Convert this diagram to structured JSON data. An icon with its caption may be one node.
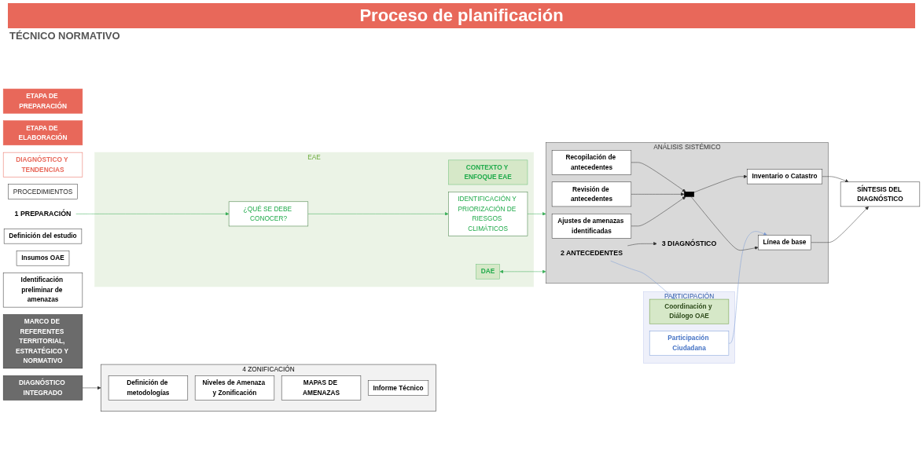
{
  "diagram": {
    "title": "Proceso de planificación",
    "nodes": [
      {
        "text": [
          "ETAPA DE PREPARACIÓN"
        ]
      },
      {
        "text": [
          "ETAPA DE ELABORACIÓN"
        ]
      },
      {
        "text": [
          "DIAGNÓSTICO Y TENDENCIAS"
        ]
      },
      {
        "text": [
          "PROCEDIMIENTOS"
        ]
      },
      {
        "text": [
          "EAE"
        ]
      },
      {
        "text": [
          "CONTEXTO Y ENFOQUE EAE"
        ],
        "in": 4
      },
      {
        "text": [
          "DAE"
        ],
        "in": 4
      },
      {
        "text": [
          "¿QUÉ SE DEBE CONOCER?"
        ],
        "in": 4
      },
      {
        "text": [
          "IDENTIFICACIÓN Y PRIORIZACIÓN DE RIESGOS CLIMÁTICOS"
        ],
        "in": 4
      },
      {
        "text": [
          "PREPARACIÓN"
        ],
        "beside": [
          "1"
        ]
      },
      {
        "text": [
          "Definición del estudio"
        ]
      },
      {
        "text": [
          "Insumos OAE"
        ]
      },
      {
        "text": [
          "Identificación preliminar de amenazas"
        ]
      },
      {
        "text": [
          "MARCO DE REFERENTES TERRITORIAL, ESTRATÉGICO Y NORMATIVO"
        ]
      },
      {
        "text": [
          "ANÁLISIS SISTÉMICO"
        ]
      },
      {
        "text": [
          "ANTECEDENTES"
        ],
        "beside": [
          "2"
        ],
        "in": 14
      },
      {
        "text": [
          "Recopilación de antecedentes"
        ],
        "in": 14
      },
      {
        "text": [
          "Revisión de antecedentes"
        ],
        "in": 14
      },
      {
        "text": [
          "Ajustes de amenazas identificadas"
        ],
        "in": 14
      },
      {
        "text": [],
        "shape": "bar",
        "in": 14
      },
      {
        "text": [
          "DIAGNÓSTICO"
        ],
        "beside": [
          "3"
        ],
        "in": 14
      },
      {
        "text": [
          "Inventario o Catastro"
        ],
        "in": 14
      },
      {
        "text": [
          "Línea de base"
        ],
        "in": 14
      },
      {
        "text": [
          "SÍNTESIS DEL DIAGNÓSTICO"
        ]
      },
      {
        "text": [
          "DIAGNÓSTICO INTEGRADO"
        ]
      },
      {
        "text": [
          "ZONIFICACIÓN"
        ],
        "beside": [
          "4"
        ]
      },
      {
        "text": [
          "Definición de metodologías"
        ],
        "in": 25
      },
      {
        "text": [
          "Niveles de Amenaza y Zonificación"
        ],
        "in": 25
      },
      {
        "text": [
          "MAPAS DE AMENAZAS"
        ],
        "in": 25
      },
      {
        "text": [
          "Informe Técnico"
        ],
        "in": 25
      },
      {
        "text": [
          "PARTICIPACIÓN"
        ]
      },
      {
        "text": [
          "Coordinación y Diálogo OAE"
        ],
        "in": 30
      },
      {
        "text": [
          "Participación Ciudadana"
        ],
        "in": 30
      }
    ],
    "edges": [
      {
        "from": 9,
        "to": 7,
        "arrow": "to",
        "color": "#3cb05a"
      },
      {
        "from": 7,
        "to": 8,
        "arrow": "to",
        "color": "#3cb05a"
      },
      {
        "from": 8,
        "to": 14,
        "arrow": "to",
        "color": "#3cb05a"
      },
      {
        "from": 14,
        "to": 6,
        "arrow": "both",
        "color": "#3cb05a"
      },
      {
        "from": 15,
        "to": 20,
        "arrow": "to"
      },
      {
        "from": 15,
        "to": 31,
        "arrow": "to",
        "color": "#7b9bd6"
      },
      {
        "from": 32,
        "to": 22,
        "arrow": "to",
        "color": "#7b9bd6"
      },
      {
        "from": 16,
        "to": 19,
        "arrow": "to"
      },
      {
        "from": 17,
        "to": 19,
        "arrow": "to"
      },
      {
        "from": 18,
        "to": 19,
        "arrow": "to"
      },
      {
        "from": 19,
        "to": 21,
        "arrow": "to"
      },
      {
        "from": 19,
        "to": 22,
        "arrow": "to"
      },
      {
        "from": 21,
        "to": 23,
        "arrow": "to"
      },
      {
        "from": 22,
        "to": 23,
        "arrow": "to"
      },
      {
        "from": 24,
        "to": 25,
        "arrow": "to"
      }
    ],
    "labels": [
      "TÉCNICO NORMATIVO"
    ]
  }
}
